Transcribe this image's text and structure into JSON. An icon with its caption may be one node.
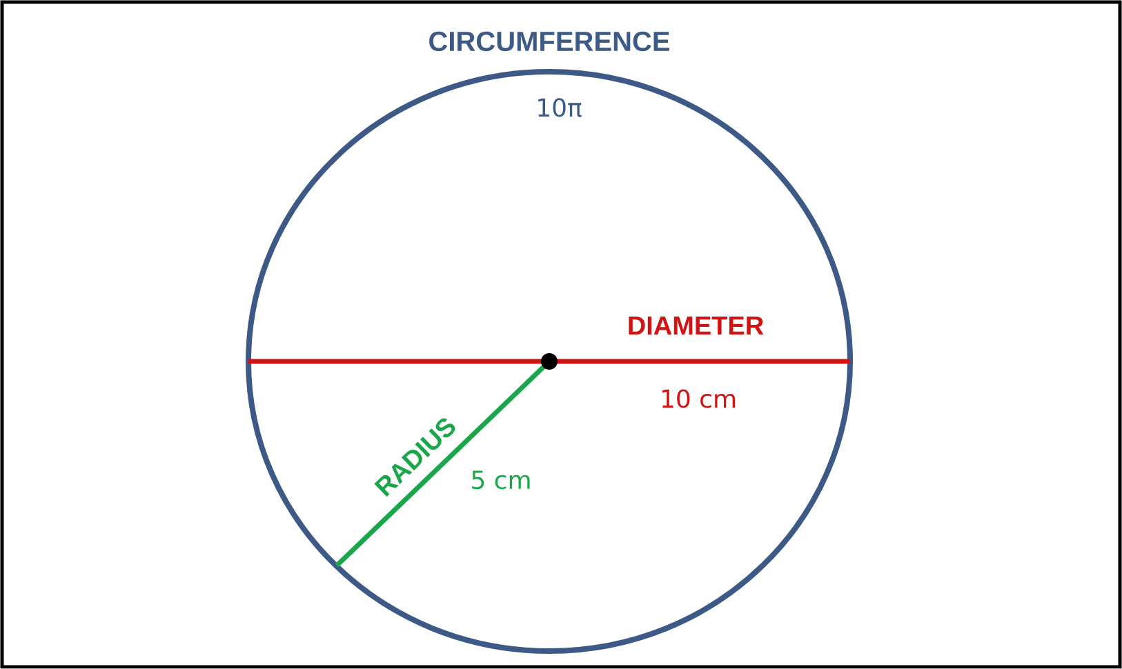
{
  "diagram": {
    "labels": [
      "CIRCUMFERENCE",
      "10π",
      "DIAMETER",
      "10 cm",
      "RADIUS",
      "5 cm"
    ]
  }
}
